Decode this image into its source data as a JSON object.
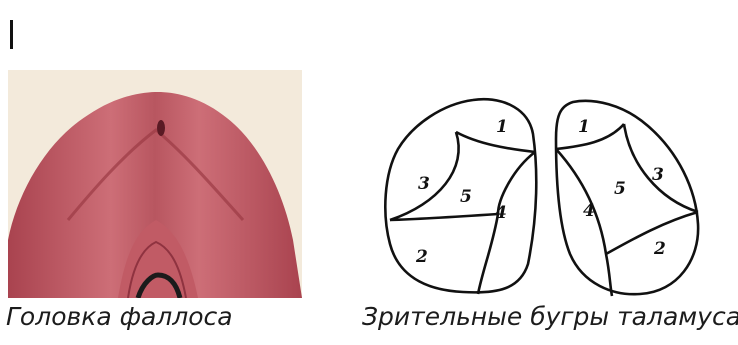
{
  "captions": {
    "left": "Головка фаллоса",
    "right": "Зрительные бугры таламуса"
  },
  "diagram": {
    "left_lobe_labels": [
      "1",
      "3",
      "5",
      "4",
      "2"
    ],
    "right_lobe_labels": [
      "1",
      "5",
      "3",
      "4",
      "2"
    ]
  },
  "colors": {
    "background": "#ffffff",
    "tissue": "#c7606a",
    "photo_background": "#f3eadb",
    "ink": "#111111"
  }
}
